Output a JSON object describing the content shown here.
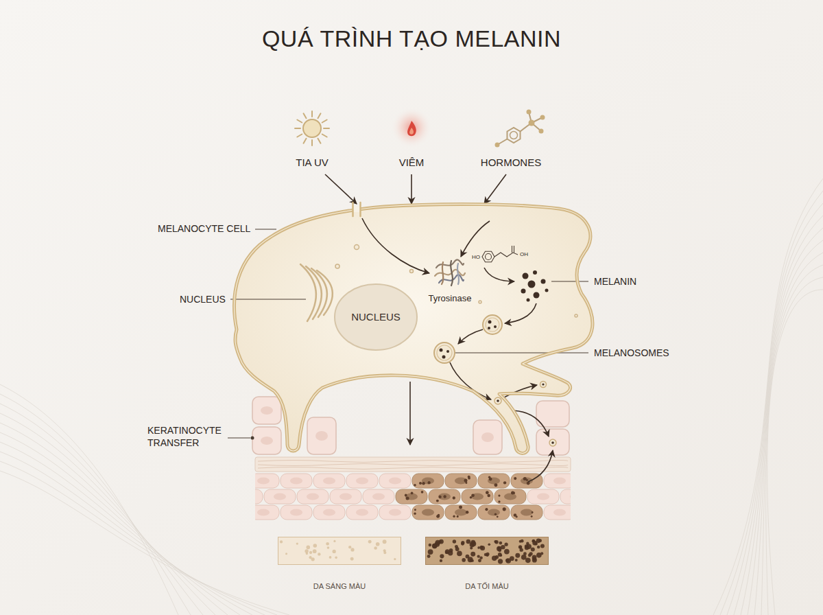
{
  "diagram": {
    "title": "QUÁ TRÌNH TẠO MELANIN",
    "nodes": [
      {
        "text": [
          "TIA UV"
        ]
      },
      {
        "text": [
          "VIÊM"
        ]
      },
      {
        "text": [
          "HORMONES"
        ]
      },
      {
        "text": [
          "MELANOCYTE CELL"
        ]
      },
      {
        "text": [
          "NUCLEUS"
        ],
        "in": 3
      },
      {
        "text": [
          "Tyrosinase"
        ],
        "in": 3
      },
      {
        "text": [
          "DA SÁNG MÀU"
        ]
      },
      {
        "text": [
          "DA TỐI MÀU"
        ]
      }
    ],
    "edges": [
      {
        "from": 0,
        "to": 3,
        "arrow": "to"
      },
      {
        "from": 1,
        "to": 3,
        "arrow": "to"
      },
      {
        "from": 2,
        "to": 3,
        "arrow": "to"
      }
    ],
    "labels": [
      "NUCLEUS",
      "HO",
      "OH",
      "MELANIN",
      "MELANOSOMES",
      "KERATINOCYTE TRANSFER"
    ]
  }
}
